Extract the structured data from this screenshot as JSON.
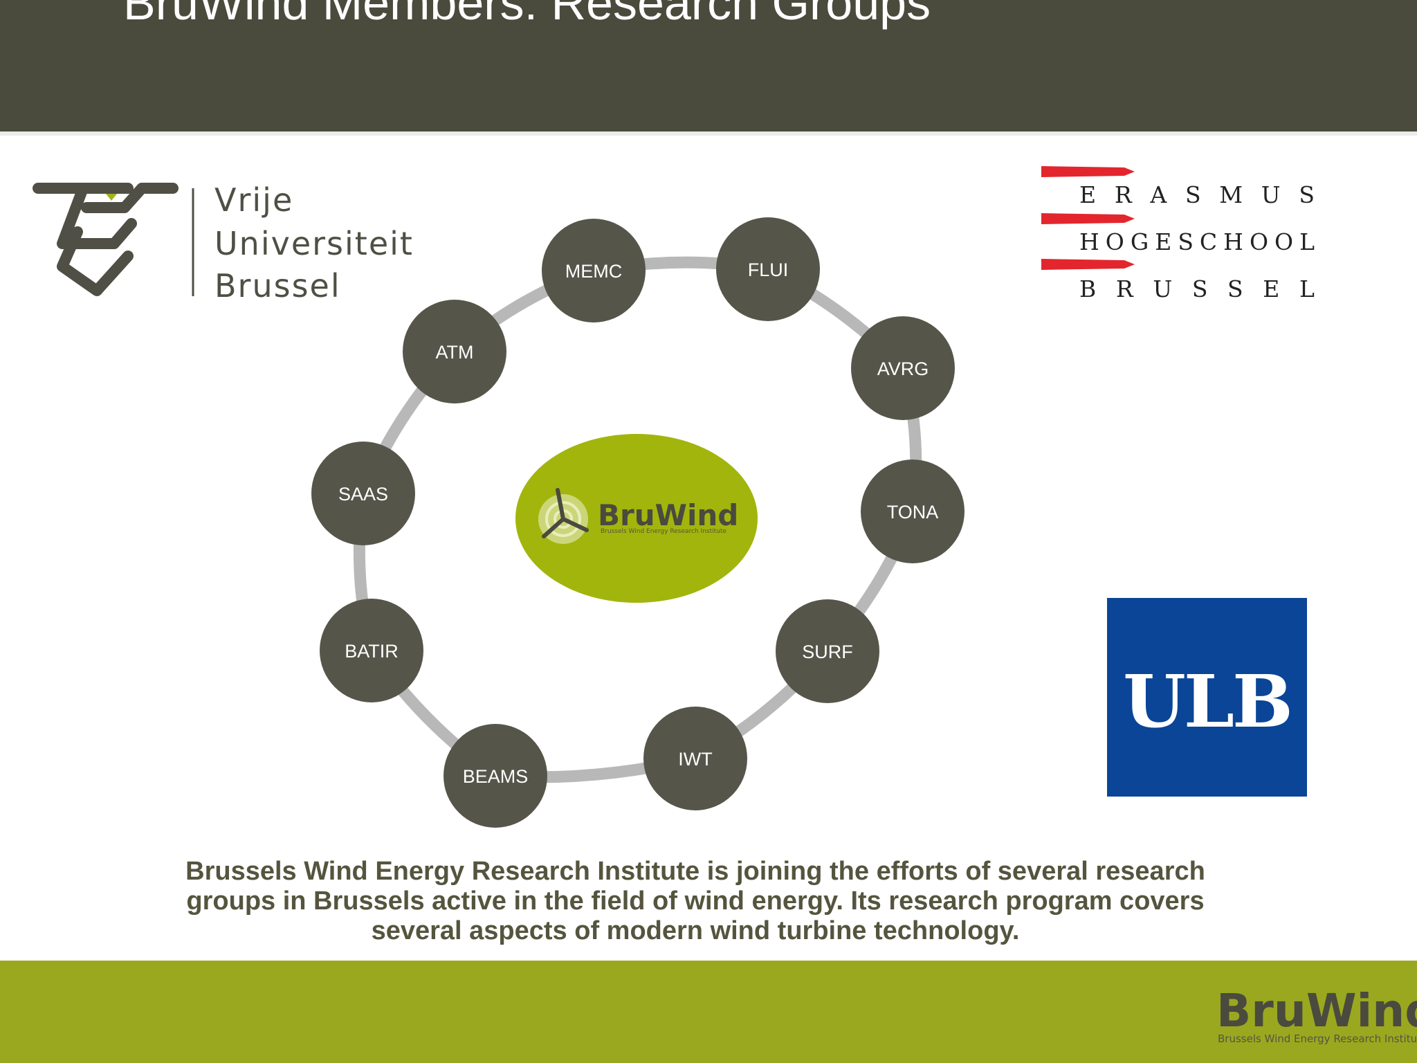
{
  "header": {
    "title": "BruWind Members: Research Groups",
    "background": "#4b4b3d"
  },
  "logos": {
    "vub": {
      "lines": [
        "Vrije",
        "Universiteit",
        "Brussel"
      ],
      "accent": "#a6b21c"
    },
    "ehb": {
      "rows": [
        "ERASMUS",
        "HOGESCHOOL",
        "BRUSSEL"
      ],
      "accent": "#e3262d"
    },
    "ulb": {
      "text": "ULB",
      "background": "#0a4597"
    }
  },
  "diagram": {
    "center": {
      "brand": "BruWind",
      "tagline": "Brussels Wind Energy Research Institute",
      "color": "#a2b50c"
    },
    "groups": [
      {
        "label": "MEMC"
      },
      {
        "label": "FLUI"
      },
      {
        "label": "AVRG"
      },
      {
        "label": "TONA"
      },
      {
        "label": "SURF"
      },
      {
        "label": "IWT"
      },
      {
        "label": "BEAMS"
      },
      {
        "label": "BATIR"
      },
      {
        "label": "SAAS"
      },
      {
        "label": "ATM"
      }
    ],
    "node_color": "#55554a",
    "ring_color": "#b8b8b8"
  },
  "caption": {
    "lines": [
      "Brussels Wind Energy Research Institute is joining the efforts of several research",
      "groups in Brussels active in the field of wind energy. Its research program covers",
      "several aspects of modern wind turbine technology."
    ]
  },
  "footer": {
    "brand": "BruWind",
    "tagline": "Brussels Wind Energy Research Institute",
    "background": "#9aa81f"
  }
}
